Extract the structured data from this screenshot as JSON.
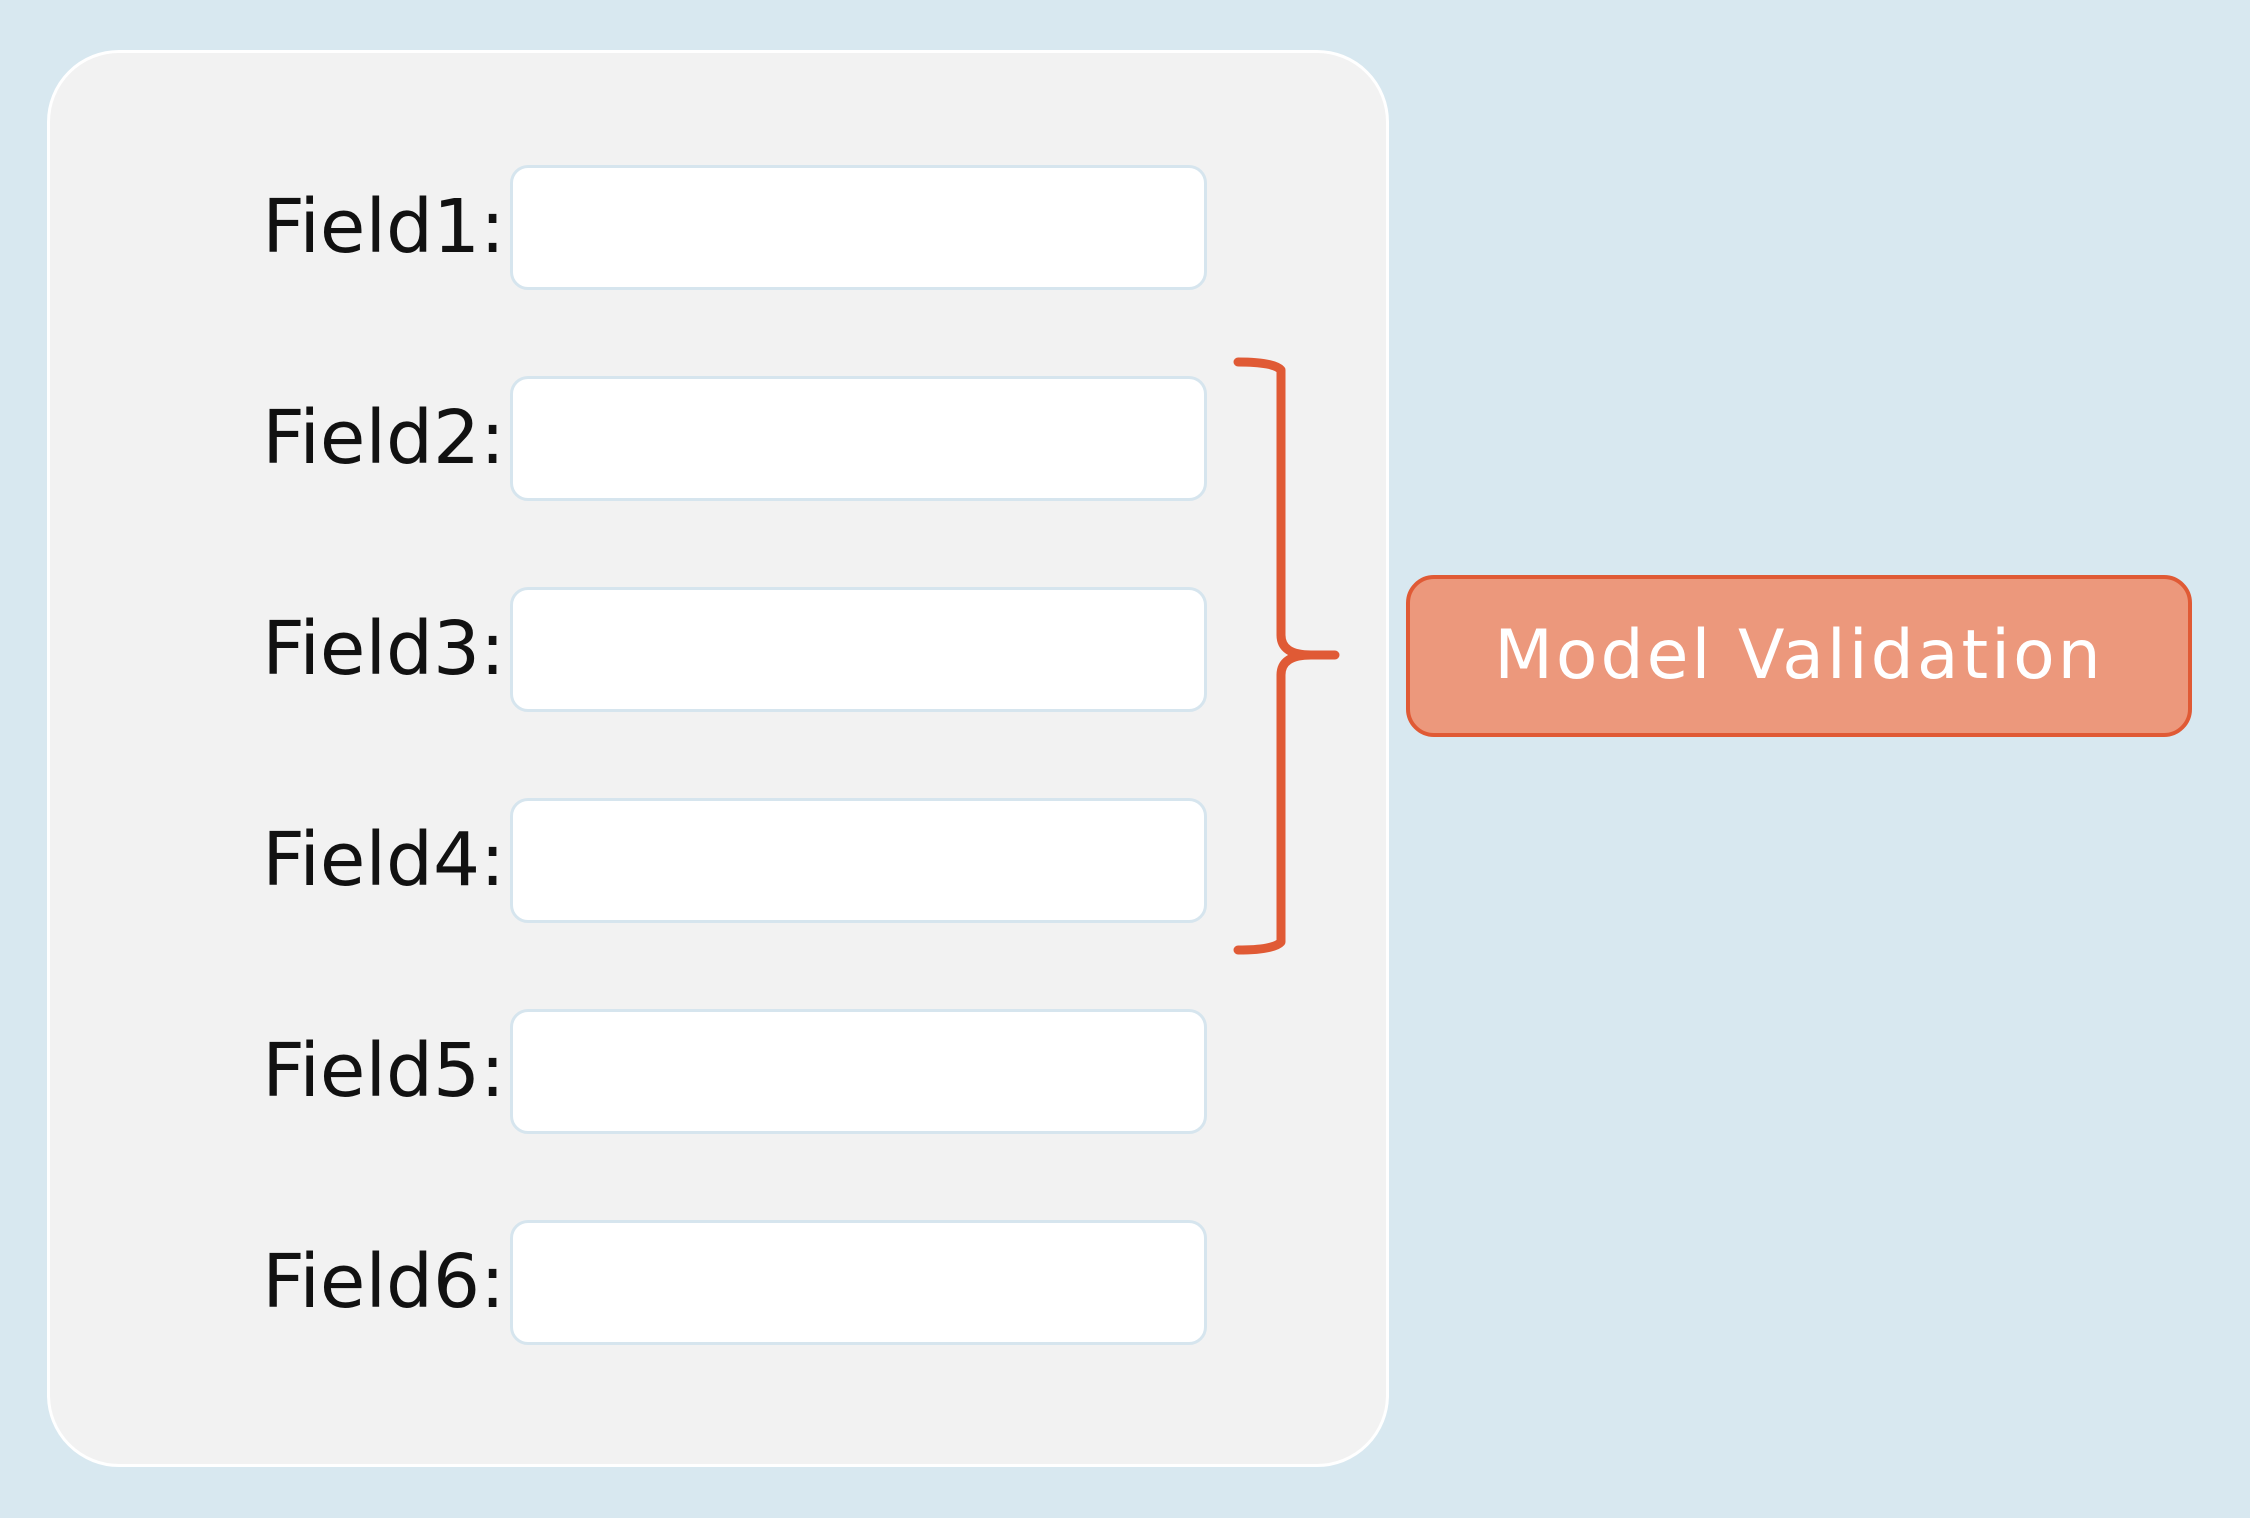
{
  "form": {
    "fields": [
      {
        "label": "Field1:",
        "value": ""
      },
      {
        "label": "Field2:",
        "value": ""
      },
      {
        "label": "Field3:",
        "value": ""
      },
      {
        "label": "Field4:",
        "value": ""
      },
      {
        "label": "Field5:",
        "value": ""
      },
      {
        "label": "Field6:",
        "value": ""
      }
    ]
  },
  "validation": {
    "label": "Model Validation"
  },
  "colors": {
    "background": "#d8e8f0",
    "panel": "#f2f2f2",
    "brace": "#e05a35",
    "validation_fill": "#ec987c",
    "validation_border": "#e05a35"
  }
}
